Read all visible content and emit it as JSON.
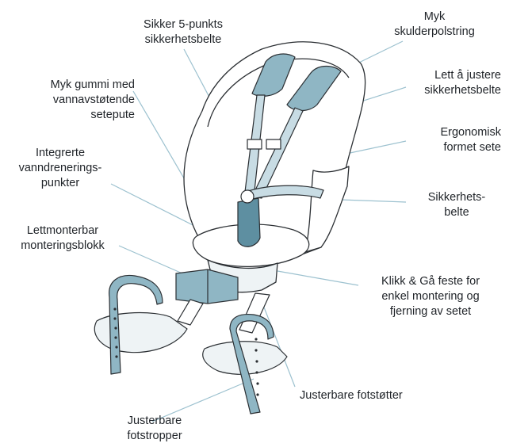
{
  "colors": {
    "outline": "#2b2f33",
    "accent": "#8fb6c4",
    "accent_dark": "#5e8fa1",
    "leader": "#9cc1cf",
    "seat_fill": "#ffffff",
    "base_fill": "#eef3f5"
  },
  "labels": {
    "sikker_5_punkts": "Sikker 5-punkts\nsikkerhetsbelte",
    "myk_skulderpolstring": "Myk\nskulderpolstring",
    "myk_gummi": "Myk gummi med\nvannavstøtende\nsetepute",
    "lett_justere": "Lett å justere\nsikkerhetsbelte",
    "ergonomisk": "Ergonomisk\nformet sete",
    "integrerte": "Integrerte\nvanndrenerings-\npunkter",
    "sikkerhetsbelte": "Sikkerhets-\nbelte",
    "lettmonterbar": "Lettmonterbar\nmonteringsblokk",
    "klikk_ga": "Klikk & Gå feste for\nenkel montering og\nfjerning av setet",
    "fotstotter": "Justerbare fotstøtter",
    "fotstropper": "Justerbare\nfotstropper"
  }
}
